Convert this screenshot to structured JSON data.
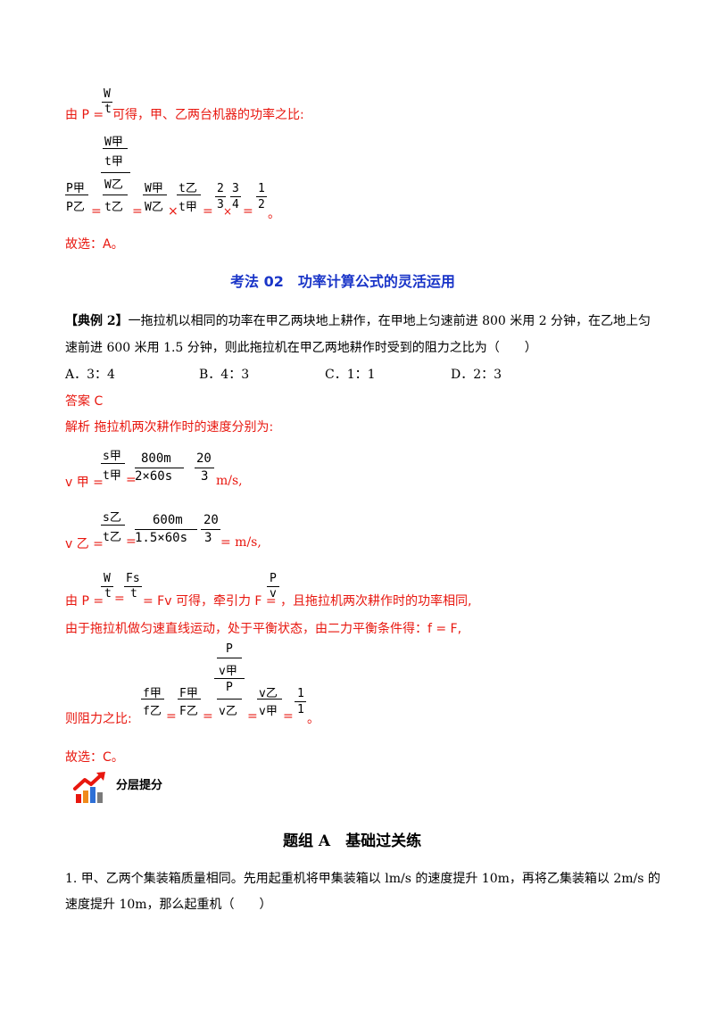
{
  "colors": {
    "answer": "#e8170f",
    "heading": "#1a35c8",
    "text": "#000000"
  },
  "sec1": {
    "line1_prefix": "由 P =",
    "line1_num": "W",
    "line1_den": "t",
    "line1_suffix": "可得，甲、乙两台机器的功率之比:",
    "frac_top_num": "W甲",
    "frac_top_den": "t甲",
    "p_num": "P甲",
    "p_den": "P乙",
    "big_den_num": "W乙",
    "big_den_den": "t乙",
    "w_num": "W甲",
    "w_den": "W乙",
    "t_num": "t乙",
    "t_den": "t甲",
    "r1_num": "2",
    "r1_den": "3",
    "r2_num": "3",
    "r2_den": "4",
    "r3_num": "1",
    "r3_den": "2",
    "eq": "=",
    "times": "×",
    "period": "。",
    "choice": "故选：A。"
  },
  "method": {
    "title": "考法 02　功率计算公式的灵活运用"
  },
  "example": {
    "tag": "【典例 2】",
    "text1": "一拖拉机以相同的功率在甲乙两块地上耕作，在甲地上匀速前进 800 米用 2 分钟，在乙地上匀",
    "text2": "速前进 600 米用 1.5 分钟，则此拖拉机在甲乙两地耕作时受到的阻力之比为（　　）",
    "options": [
      "A．3：4",
      "B．4：3",
      "C．1：1",
      "D．2：3"
    ],
    "answer": "答案  C",
    "analysis": "解析  拖拉机两次耕作时的速度分别为:"
  },
  "v1": {
    "lhs": "v 甲 =",
    "f1_num": "s甲",
    "f1_den": "t甲",
    "f2_num": "800m",
    "f2_den": "2×60s",
    "f3_num": "20",
    "f3_den": "3",
    "unit": "m/s,"
  },
  "v2": {
    "lhs": "v 乙 =",
    "f1_num": "s乙",
    "f1_den": "t乙",
    "f2_num": "600m",
    "f2_den": "1.5×60s",
    "f3_num": "20",
    "f3_den": "3",
    "unit": "= m/s,"
  },
  "power": {
    "prefix": "由 P =",
    "f1_num": "W",
    "f1_den": "t",
    "f2_num": "Fs",
    "f2_den": "t",
    "mid": "= Fv 可得，牵引力 F =",
    "f3_num": "P",
    "f3_den": "v",
    "suffix": "，且拖拉机两次耕作时的功率相同,",
    "line2": "由于拖拉机做匀速直线运动，处于平衡状态，由二力平衡条件得：f = F,"
  },
  "ratio": {
    "prefix": "则阻力之比:",
    "f1_num": "f甲",
    "f1_den": "f乙",
    "f2_num": "F甲",
    "f2_den": "F乙",
    "big_num_num": "P",
    "big_num_den": "v甲",
    "big_den_num": "P",
    "big_den_den": "v乙",
    "f4_num": "v乙",
    "f4_den": "v甲",
    "f5_num": "1",
    "f5_den": "1",
    "period": "。",
    "choice": "故选：C。"
  },
  "layer": {
    "label": "分层提分",
    "icon": "growth-chart-icon"
  },
  "group": {
    "title": "题组 A　基础过关练"
  },
  "q1": {
    "text1": "1. 甲、乙两个集装箱质量相同。先用起重机将甲集装箱以 lm/s 的速度提升 10m，再将乙集装箱以 2m/s 的",
    "text2": "速度提升 10m，那么起重机（　　）"
  }
}
